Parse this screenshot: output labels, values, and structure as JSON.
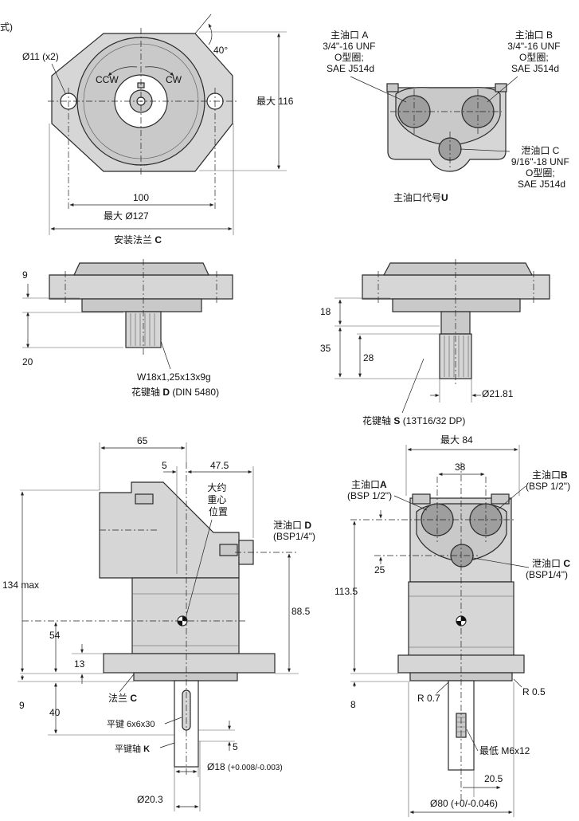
{
  "top_corner_fragment": "式)",
  "flange_view": {
    "hole_label": "Ø11 (x2)",
    "angle": "40°",
    "ccw": "CCW",
    "cw": "CW",
    "height_label": "最大 116",
    "bolt_spacing": "100",
    "max_dia": "最大 Ø127",
    "caption_prefix": "安装法兰",
    "caption_code": "C"
  },
  "port_view_u": {
    "port_a": [
      "主油口 A",
      "3/4\"-16 UNF",
      "O型圈;",
      "SAE J514d"
    ],
    "port_b": [
      "主油口 B",
      "3/4\"-16 UNF",
      "O型圈;",
      "SAE J514d"
    ],
    "drain_c": [
      "泄油口 C",
      "9/16\"-18 UNF",
      "O型圈;",
      "SAE J514d"
    ],
    "caption_prefix": "主油口代号",
    "caption_code": "U"
  },
  "shaft_d": {
    "dim_9": "9",
    "dim_20": "20",
    "spec": "W18x1,25x13x9g",
    "caption_prefix": "花键轴",
    "caption_code": "D",
    "caption_suffix": "(DIN 5480)"
  },
  "shaft_s": {
    "dim_18": "18",
    "dim_35": "35",
    "dim_28": "28",
    "dia": "Ø21.81",
    "caption_prefix": "花键轴",
    "caption_code": "S",
    "caption_suffix": "(13T16/32 DP)"
  },
  "side_view": {
    "dim_65": "65",
    "dim_5": "5",
    "dim_47_5": "47.5",
    "cog": [
      "大约",
      "重心",
      "位置"
    ],
    "drain_d_prefix": "泄油口",
    "drain_d_code": "D",
    "drain_d_spec": "(BSP1/4\")",
    "dim_134": "134 max",
    "dim_88_5": "88.5",
    "dim_54": "54",
    "dim_13": "13",
    "dim_9": "9",
    "dim_40": "40",
    "flange_prefix": "法兰",
    "flange_code": "C",
    "key_label": "平键 6x6x30",
    "key_shaft_prefix": "平键轴",
    "key_shaft_code": "K",
    "dim_5b": "5",
    "dia_18": "Ø18",
    "dia_18_tol": "(+0.008/-0.003)",
    "dia_20_3": "Ø20.3"
  },
  "front_view": {
    "max_84": "最大 84",
    "dim_38": "38",
    "port_a_prefix": "主油口",
    "port_a_code": "A",
    "port_a_spec": "(BSP 1/2\")",
    "port_b_prefix": "主油口",
    "port_b_code": "B",
    "port_b_spec": "(BSP 1/2\")",
    "drain_c_prefix": "泄油口",
    "drain_c_code": "C",
    "drain_c_spec": "(BSP1/4\")",
    "dim_25": "25",
    "dim_113_5": "113.5",
    "dim_8": "8",
    "r07": "R 0.7",
    "r05": "R 0.5",
    "thread": "最低 M6x12",
    "dim_20_5": "20.5",
    "dia_80": "Ø80 (+0/-0.046)"
  }
}
